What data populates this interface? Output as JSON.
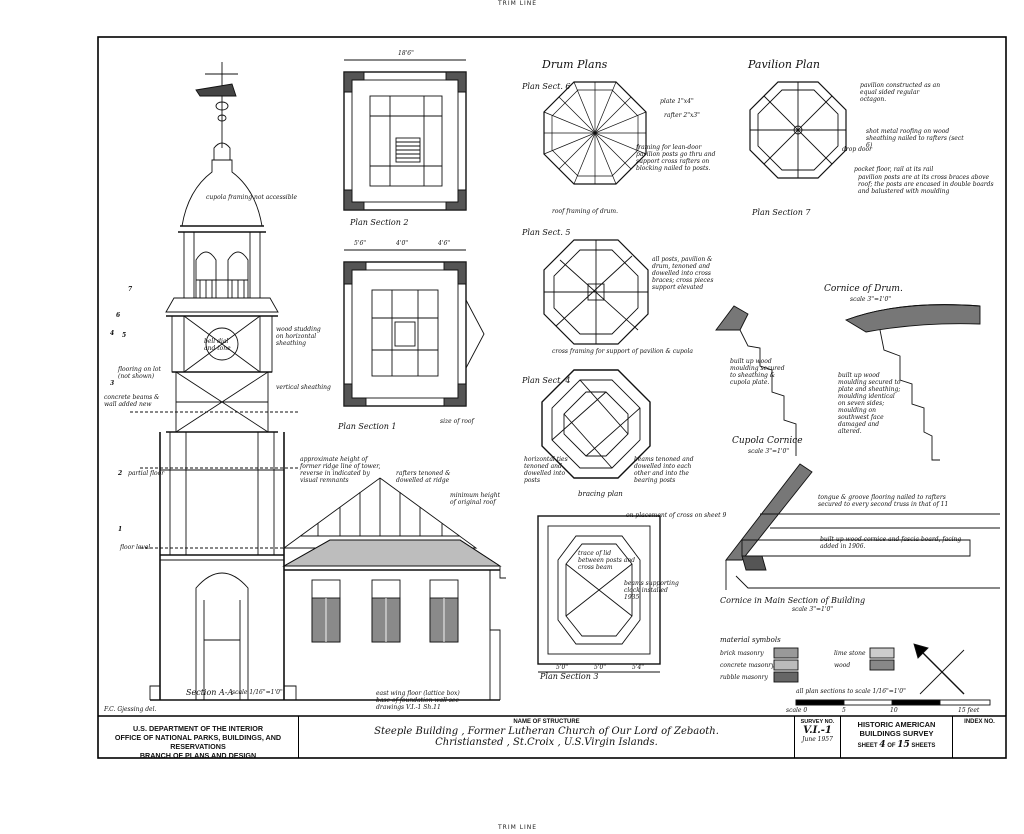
{
  "sheet": {
    "trim_line_top": "TRIM LINE",
    "trim_line_bottom": "TRIM LINE",
    "delineator": "F.C. Gjessing del."
  },
  "title_block": {
    "agency_line1": "U.S. DEPARTMENT OF THE INTERIOR",
    "agency_line2": "OFFICE OF NATIONAL PARKS, BUILDINGS, AND RESERVATIONS",
    "agency_line3": "BRANCH OF PLANS AND DESIGN",
    "structure_header": "NAME OF STRUCTURE",
    "structure_line1": "Steeple Building , Former Lutheran Church of Our Lord of Zebaoth.",
    "structure_line2": "Christiansted , St.Croix , U.S.Virgin Islands.",
    "survey_header": "SURVEY NO.",
    "survey_no": "V.I.-1",
    "survey_date": "June 1957",
    "habs_line1": "HISTORIC AMERICAN",
    "habs_line2": "BUILDINGS SURVEY",
    "sheet_label": "SHEET",
    "sheet_no": "4",
    "of_label": "OF",
    "sheet_total": "15",
    "sheets_label": "SHEETS",
    "index_header": "INDEX NO."
  },
  "drawings": {
    "drum_plans": "Drum Plans",
    "pavilion_plan": "Pavilion Plan",
    "plan_sect_6": "Plan Sect. 6",
    "plan_sect_5": "Plan Sect. 5",
    "plan_sect_4": "Plan Sect. 4",
    "plan_section_7": "Plan Section 7",
    "plan_section_2": "Plan Section 2",
    "plan_section_1": "Plan Section 1",
    "plan_section_3": "Plan Section 3",
    "section_aa": "Section A-A",
    "section_aa_scale": "scale 1/16\"=1'0\"",
    "bracing_plan": "bracing plan",
    "cornice_of_drum": "Cornice of Drum.",
    "cornice_of_drum_scale": "scale 3\"=1'0\"",
    "cupola_cornice": "Cupola Cornice",
    "cupola_cornice_scale": "scale 3\"=1'0\"",
    "cornice_main": "Cornice in Main Section of Building",
    "cornice_main_scale": "scale 3\"=1'0\"",
    "material_symbols": "material symbols",
    "materials": [
      "brick masonry",
      "concrete masonry",
      "rubble masonry",
      "lime stone",
      "wood"
    ],
    "scale_note": "all plan sections to scale 1/16\"=1'0\"",
    "scale_ticks": [
      "scale 0",
      "5",
      "10",
      "15 feet"
    ]
  },
  "notes": {
    "cupola_framing": "cupola framing not accessible",
    "plate": "plate 1\"x4\"",
    "rafter": "rafter 2\"x3\"",
    "framing_for_lean": "framing for lean-door pavilion posts go thru and support cross rafters on blocking nailed to posts.",
    "roof_framing_drum": "roof framing of drum.",
    "pavilion_constructed": "pavilion constructed as an equal sided regular octagon.",
    "shot_metal": "shot metal roofing on wood sheathing nailed to rafters (sect 6)",
    "drop_door": "drop door",
    "pocket_floor": "pocket floor, rail at its rail",
    "pavilion_posts": "pavilion posts are at its cross braces above roof; the posts are encased in double boards and balustered with moulding",
    "all_posts": "all posts, pavilion & drum, tenoned and dowelled into cross braces; cross pieces support elevated",
    "cross_framing": "cross framing for support of pavilion & cupola",
    "horizontal_ties": "horizontal ties tenoned and dowelled into posts",
    "beams_tenoned": "beams tenoned and dowelled into each other and into the bearing posts",
    "built_up_wood": "built up wood moulding secured to sheathing & cupola plate.",
    "built_up_wood_2": "built up wood moulding secured to plate and sheathing; moulding identical on seven sides; moulding on southwest face damaged and altered.",
    "tongue_groove": "tongue & groove flooring nailed to rafters secured to every second truss in that of 11",
    "built_up_cornice": "built up wood cornice and fascia board, facing added in 1906.",
    "approx_height": "approximate height of former ridge line of tower, reverse in indicated by visual remnants",
    "rafters_tenoned": "rafters tenoned & dowelled at ridge",
    "minimum_height": "minimum height of original roof",
    "wood_studs": "wood studding on horizontal sheathing",
    "vertical_sheathing": "vertical sheathing",
    "concrete_beams": "concrete beams & wall added new",
    "flooring_lot": "flooring on lot (not shown)",
    "partial_floor": "partial floor",
    "floor_level": "floor level",
    "east_wing": "east wing floor (lattice box) base of foundation wall see drawings V.I.-1 Sh.11",
    "beams_supporting_clock": "beams supporting clock installed 1935",
    "trace_of_lid": "trace of lid between posts and cross beam",
    "on_placement": "on placement of cross on sheet 9",
    "size_of_roof": "size of roof",
    "bell_dial": "bell dial and tone"
  },
  "dimensions": {
    "plan2_width": "18'6\"",
    "plan1_a": "5'6\"",
    "plan1_b": "4'0\"",
    "plan1_c": "4'6\"",
    "plan3_a": "5'0\"",
    "plan3_b": "5'0\"",
    "plan3_c": "5'4\""
  },
  "levels": [
    "7",
    "6",
    "5",
    "4",
    "3",
    "2",
    "1"
  ]
}
